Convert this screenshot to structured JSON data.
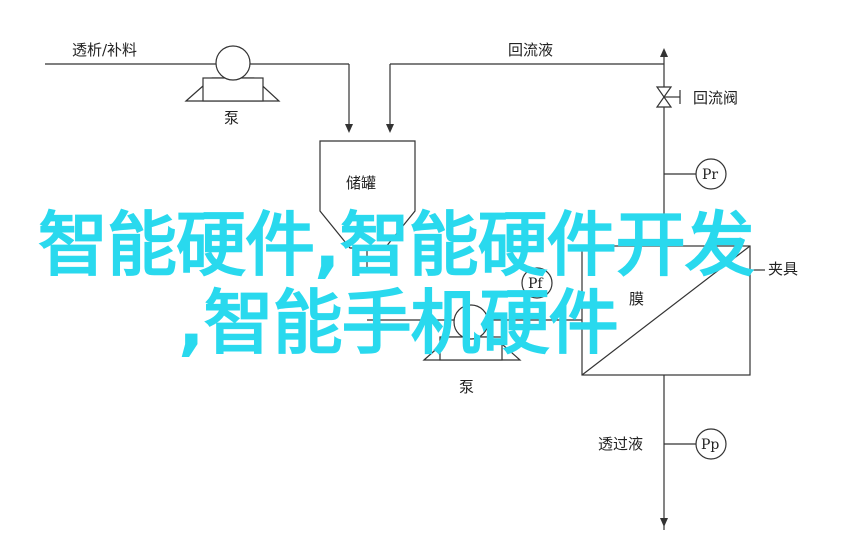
{
  "diagram": {
    "labels": {
      "feed": "透析/补料",
      "pump_top": "泵",
      "reflux": "回流液",
      "reflux_valve": "回流阀",
      "tank": "储罐",
      "pr": "Pr",
      "pf": "Pf",
      "membrane": "膜",
      "clamp": "夹具",
      "pump_bottom": "泵",
      "permeate": "透过液",
      "pp": "Pp"
    },
    "colors": {
      "line": "#333333",
      "overlay_text": "#29d9ee"
    }
  },
  "overlay": {
    "line1": "智能硬件,智能硬件开发",
    "line2": ",智能手机硬件"
  }
}
